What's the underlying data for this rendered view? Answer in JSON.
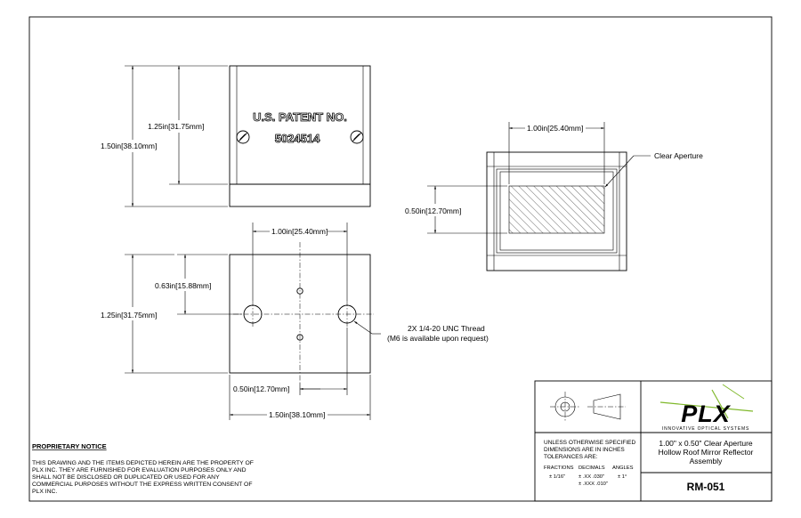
{
  "front_view": {
    "engraving_line1": "U.S. PATENT NO.",
    "engraving_line2": "5024514",
    "dim_height_total": "1.50in",
    "dim_height_total_mm": "[38.10mm]",
    "dim_height_upper": "1.25in",
    "dim_height_upper_mm": "[31.75mm]"
  },
  "bottom_view": {
    "dim_hole_spacing": "1.00in",
    "dim_hole_spacing_mm": "[25.40mm]",
    "dim_hole_offset": "0.63in",
    "dim_hole_offset_mm": "[15.88mm]",
    "dim_height": "1.25in",
    "dim_height_mm": "[31.75mm]",
    "dim_half_width": "0.50in",
    "dim_half_width_mm": "[12.70mm]",
    "dim_width": "1.50in",
    "dim_width_mm": "[38.10mm]",
    "thread_note_line1": "2X 1/4-20 UNC  Thread",
    "thread_note_line2": "(M6 is available upon request)"
  },
  "end_view": {
    "dim_aperture_width": "1.00in",
    "dim_aperture_width_mm": "[25.40mm]",
    "dim_aperture_height": "0.50in",
    "dim_aperture_height_mm": "[12.70mm]",
    "clear_aperture_label": "Clear Aperture"
  },
  "notice": {
    "title": "PROPRIETARY NOTICE",
    "line1": "THIS DRAWING AND THE ITEMS DEPICTED HEREIN ARE THE PROPERTY OF",
    "line2": "PLX INC. THEY ARE FURNISHED FOR EVALUATION PURPOSES ONLY AND",
    "line3": "SHALL NOT BE DISCLOSED OR DUPLICATED OR USED FOR ANY",
    "line4": "COMMERCIAL PURPOSES WITHOUT THE EXPRESS WRITTEN CONSENT OF",
    "line5": "PLX INC."
  },
  "title_block": {
    "tol_line1": "UNLESS OTHERWISE SPECIFIED",
    "tol_line2": "DIMENSIONS ARE IN INCHES",
    "tol_line3": "TOLERANCES ARE:",
    "col_fractions": "FRACTIONS",
    "col_decimals": "DECIMALS",
    "col_angles": "ANGLES",
    "val_fractions": "± 1/16\"",
    "val_decimals_1": "± .XX  .030\"",
    "val_decimals_2": "± .XXX .010\"",
    "val_angles": "± 1°",
    "logo_text": "PLX",
    "logo_tagline": "INNOVATIVE OPTICAL SYSTEMS",
    "description_line1": "1.00\" x 0.50\" Clear Aperture",
    "description_line2": "Hollow Roof Mirror Reflector",
    "description_line3": "Assembly",
    "part_number": "RM-051"
  },
  "colors": {
    "logo_green": "#7fb82a",
    "logo_dark": "#111111"
  }
}
